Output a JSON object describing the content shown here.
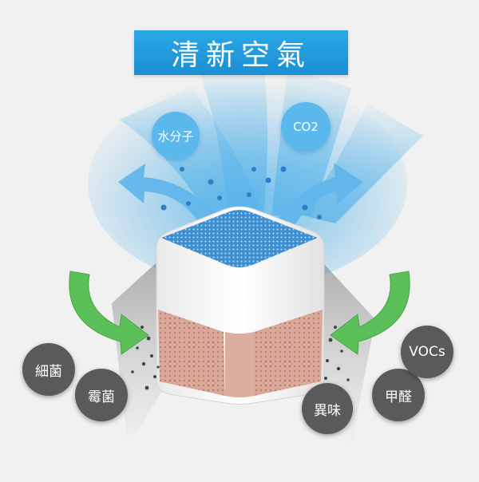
{
  "title": "清新空氣",
  "clean_labels": {
    "water": "水分子",
    "co2": "CO2"
  },
  "pollutant_labels": {
    "bacteria": "細菌",
    "mold": "霉菌",
    "odor": "異味",
    "formaldehyde": "甲醛",
    "vocs": "VOCs"
  },
  "colors": {
    "banner": "#1b8fd3",
    "clean_air": "#5ab8ec",
    "pollutant_bubble": "#5a5a5c",
    "intake_arrow": "#5cc05a",
    "copper_band": "#d9a898"
  },
  "icons": [
    "intake-arrow-icon",
    "outflow-arrow-icon"
  ]
}
